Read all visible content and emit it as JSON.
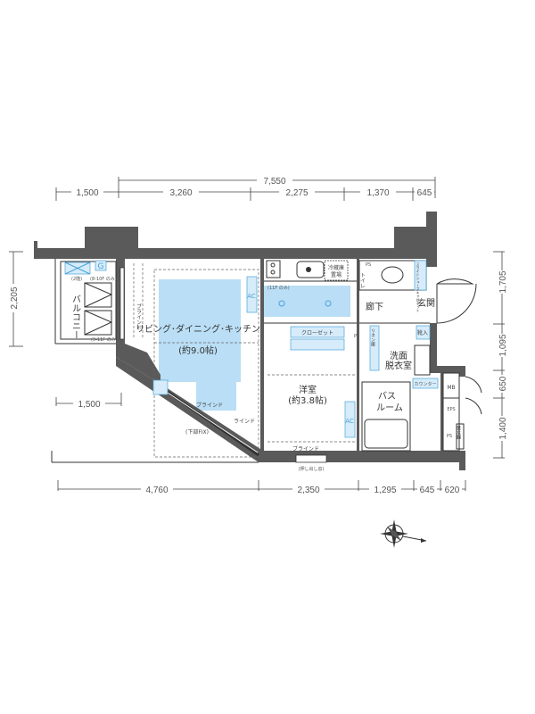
{
  "dimensions": {
    "top_total": "7,550",
    "top": [
      "1,500",
      "3,260",
      "2,275",
      "1,370",
      "645"
    ],
    "bottom": [
      "4,760",
      "2,350",
      "1,295",
      "645",
      "620"
    ],
    "right": [
      "1,705",
      "1,095",
      "650",
      "1,400"
    ],
    "left": "2,205",
    "balcony_width": "1,500"
  },
  "rooms": {
    "ldk": "リビング･ダイニング･キッチン",
    "ldk_size": "(約9.0帖)",
    "western": "洋室",
    "western_size": "(約3.8帖)",
    "balcony": "バルコニー",
    "hallway": "廊下",
    "entrance": "玄関",
    "toilet": "トイレ",
    "washroom_1": "洗面",
    "washroom_2": "脱衣室",
    "bath_1": "バス",
    "bath_2": "ルーム",
    "closet": "クローゼット",
    "shoes": "靴入",
    "counter": "カウンター",
    "mb": "MB",
    "eps": "EPS",
    "ps": "PS",
    "ps2": "PS",
    "ps3": "PS",
    "fridge_1": "冷蔵庫",
    "fridge_2": "置場",
    "linen": "リネン庫",
    "slide": "スライドシューズキャビネット",
    "meter": "量水器"
  },
  "notes": {
    "blind_1": "ブラインド",
    "blind_2": "ブラインド",
    "blind_3": "ブラインド",
    "blind_4": "ラインド",
    "blind_5": "ブラインド",
    "lower_fix": "(下部FIX)",
    "push_window": "(押し出し窓)",
    "floor_note_1": "(2階)",
    "floor_note_2": "(8-10F のみ)",
    "floor_note_3": "(9-11F のみ)",
    "floor_note_4": "(11F のみ)",
    "gas": "G",
    "ac": "AC",
    "ac2": "AC"
  },
  "colors": {
    "wall": "#5a5a5a",
    "room_fill": "#b9def5",
    "equipment": "#4aa3d8"
  }
}
